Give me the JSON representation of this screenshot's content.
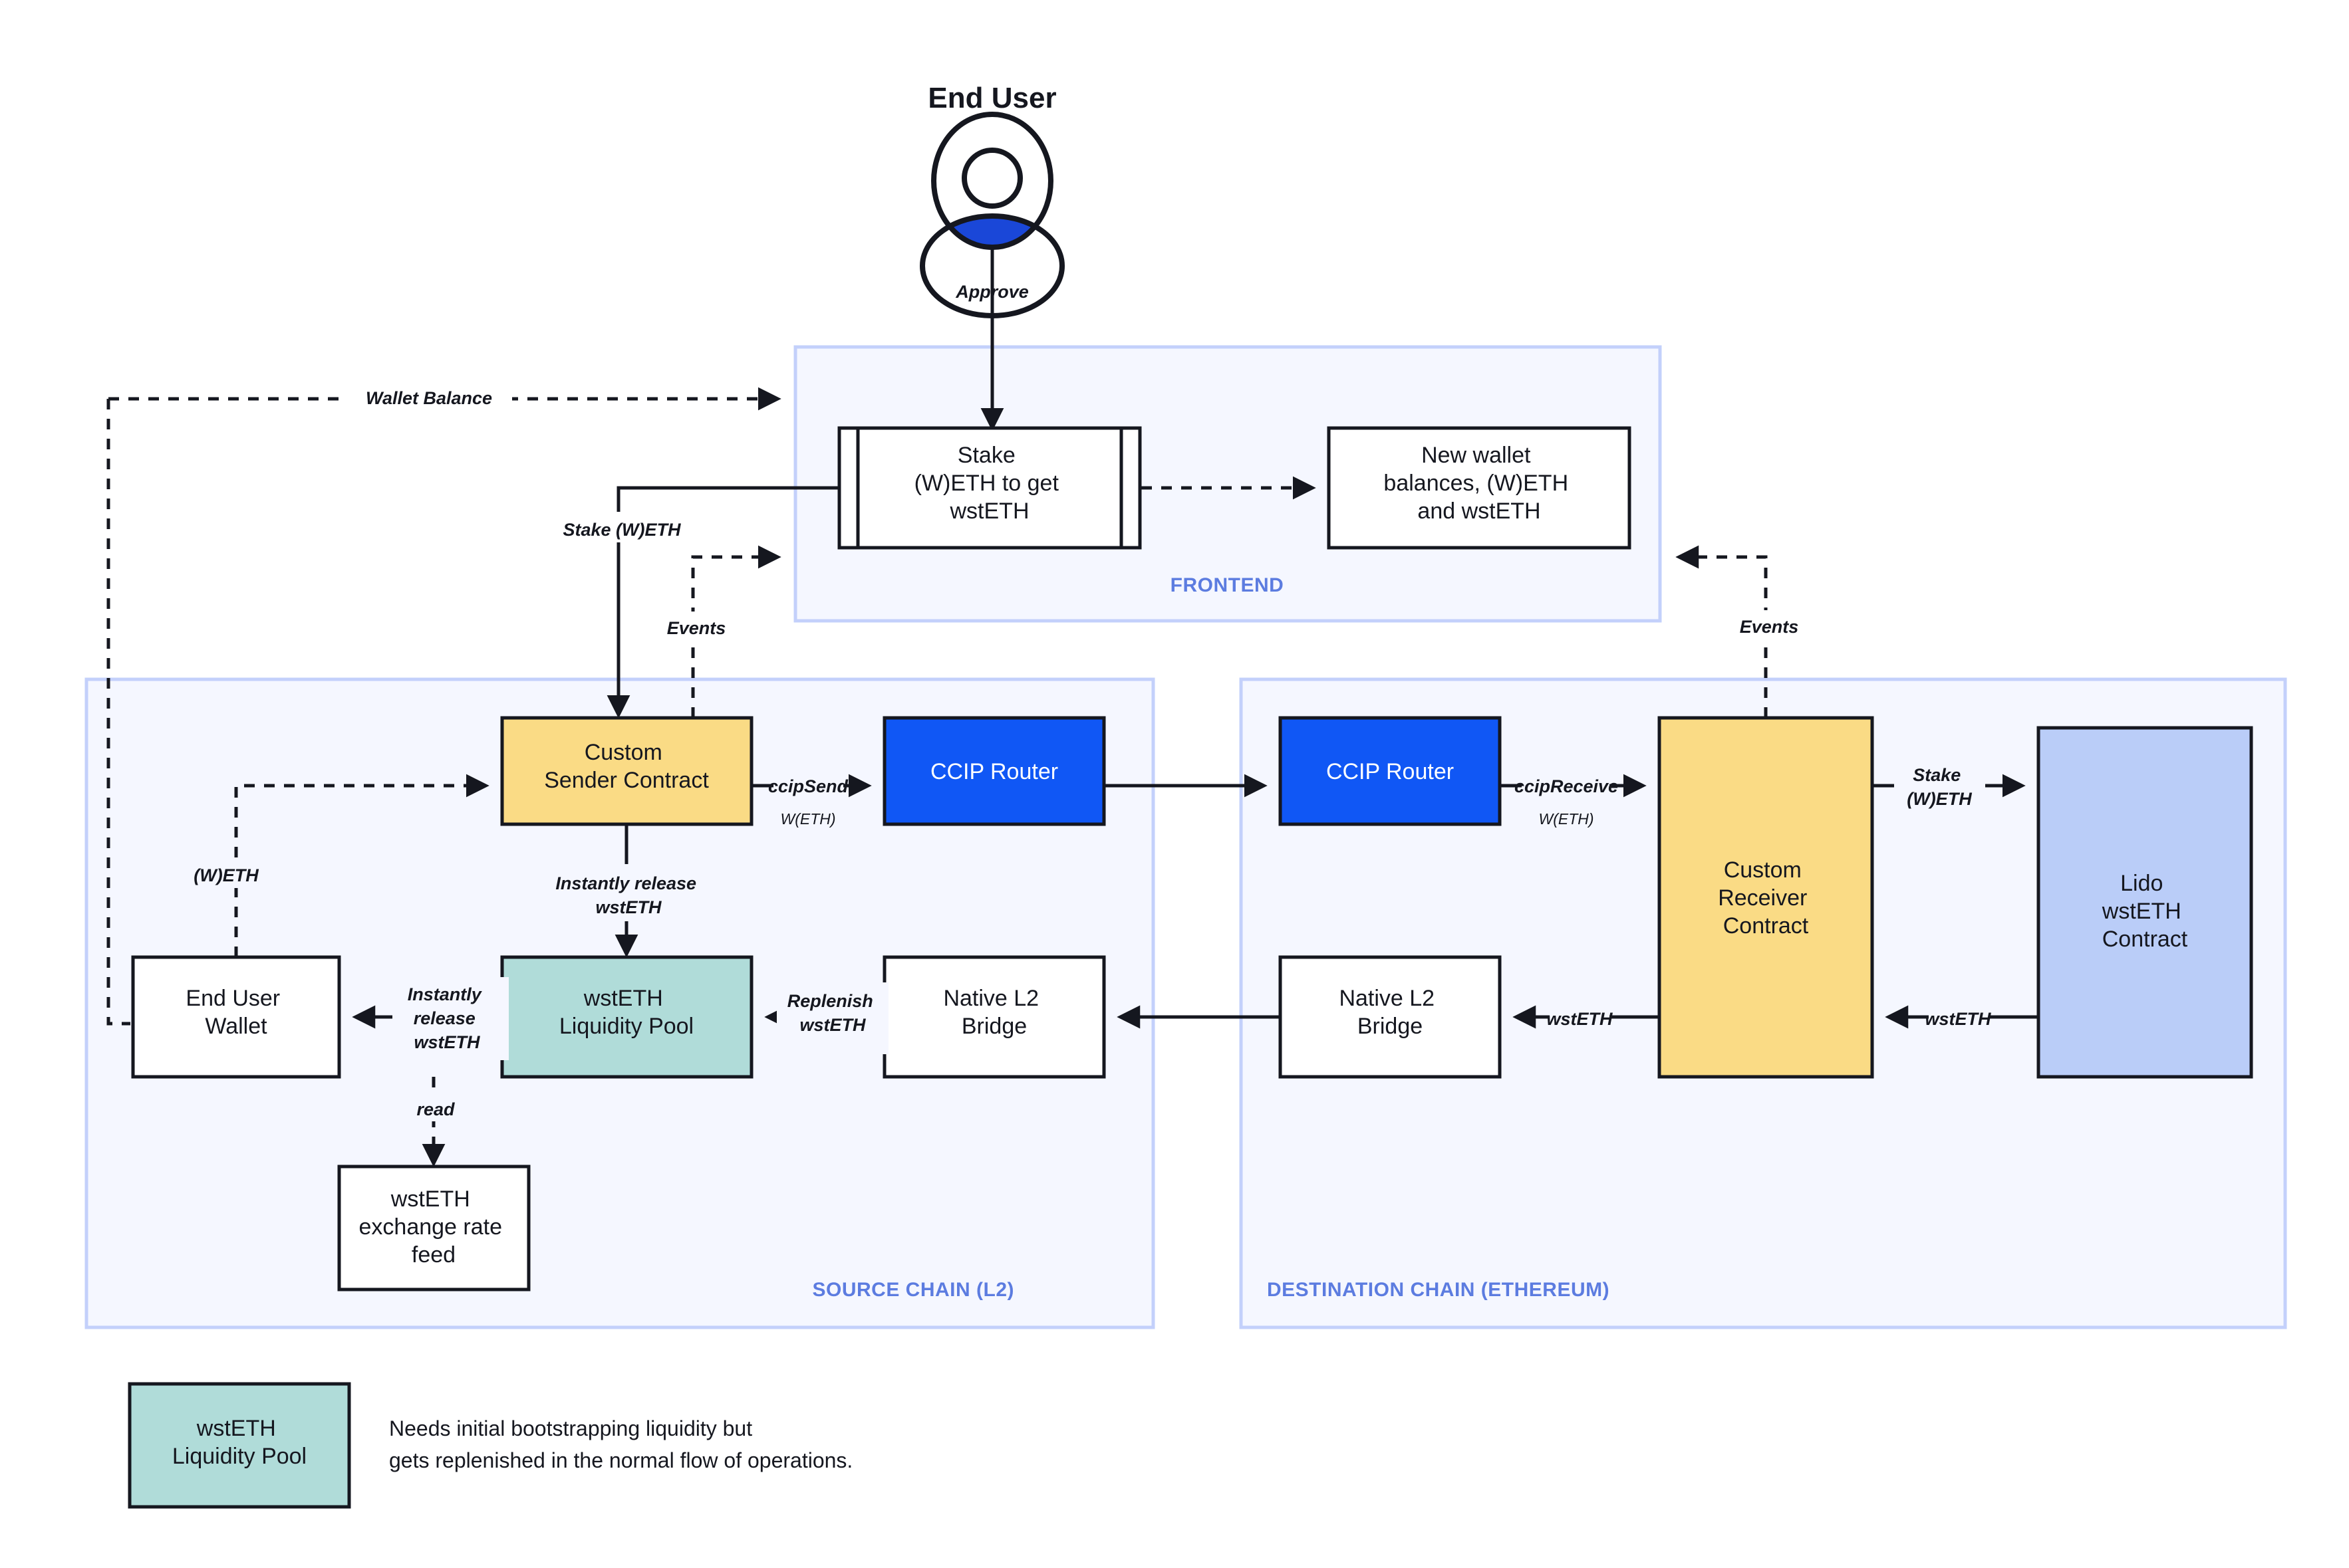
{
  "diagram": {
    "title": "Lido wstETH cross-chain staking flow",
    "actor": {
      "name": "End User",
      "icon": "user-avatar-icon"
    },
    "zones": [
      {
        "id": "frontend",
        "label": "FRONTEND"
      },
      {
        "id": "source",
        "label": "SOURCE CHAIN (L2)"
      },
      {
        "id": "destination",
        "label": "DESTINATION CHAIN (ETHEREUM)"
      }
    ],
    "nodes": [
      {
        "id": "stake-form",
        "label": "Stake\n(W)ETH to get\nwstETH",
        "shape": "process",
        "fill": "#ffffff"
      },
      {
        "id": "new-balances",
        "label": "New wallet\nbalances, (W)ETH\nand wstETH",
        "shape": "rect",
        "fill": "#ffffff"
      },
      {
        "id": "sender-contract",
        "label": "Custom\nSender Contract",
        "shape": "rect",
        "fill": "#fadb85"
      },
      {
        "id": "ccip-router-src",
        "label": "CCIP Router",
        "shape": "rect",
        "fill": "#1057f5"
      },
      {
        "id": "ccip-router-dst",
        "label": "CCIP Router",
        "shape": "rect",
        "fill": "#1057f5"
      },
      {
        "id": "receiver-contract",
        "label": "Custom\nReceiver\nContract",
        "shape": "rect",
        "fill": "#fadb85"
      },
      {
        "id": "lido-contract",
        "label": "Lido\nwstETH\nContract",
        "shape": "rect",
        "fill": "#bacdf8"
      },
      {
        "id": "end-user-wallet",
        "label": "End User\nWallet",
        "shape": "rect",
        "fill": "#ffffff"
      },
      {
        "id": "liquidity-pool",
        "label": "wstETH\nLiquidity Pool",
        "shape": "rect",
        "fill": "#b0dcd9"
      },
      {
        "id": "native-bridge-src",
        "label": "Native L2\nBridge",
        "shape": "rect",
        "fill": "#ffffff"
      },
      {
        "id": "native-bridge-dst",
        "label": "Native L2\nBridge",
        "shape": "rect",
        "fill": "#ffffff"
      },
      {
        "id": "rate-feed",
        "label": "wstETH\nexchange rate\nfeed",
        "shape": "rect",
        "fill": "#ffffff"
      }
    ],
    "edge_labels": {
      "approve": "Approve",
      "wallet_balance": "Wallet Balance",
      "stake_weth": "Stake (W)ETH",
      "events_left": "Events",
      "events_right": "Events",
      "weth": "(W)ETH",
      "ccip_send": "ccipSend",
      "ccip_send_sub": "W(ETH)",
      "ccip_receive": "ccipReceive",
      "ccip_receive_sub": "W(ETH)",
      "stake_weth_dst": "Stake\n(W)ETH",
      "instantly_release_pool": "Instantly release\nwstETH",
      "instantly_release_wallet": "Instantly\nrelease\nwstETH",
      "replenish": "Replenish\nwstETH",
      "wsteth_bridge": "wstETH",
      "wsteth_lido": "wstETH",
      "read": "read"
    },
    "legend": {
      "swatch_label": "wstETH\nLiquidity Pool",
      "swatch_color": "#b0dcd9",
      "note_line1": "Needs initial bootstrapping liquidity but",
      "note_line2": "gets replenished in the normal flow of operations."
    },
    "colors": {
      "accent_blue": "#1057f5",
      "zone_fill": "#f5f7ff",
      "zone_stroke": "#c3d0fb",
      "zone_label": "#5c7ce0",
      "yellow": "#fadb85",
      "teal": "#b0dcd9",
      "periwinkle": "#bacdf8",
      "ink": "#15171f"
    }
  }
}
